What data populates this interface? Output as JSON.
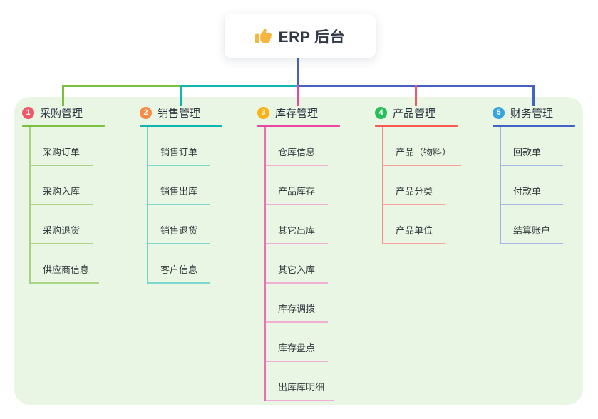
{
  "root": {
    "title": "ERP 后台",
    "icon": "thumbs-up-icon",
    "icon_color": "#F5B63F"
  },
  "panel_bg": "#E9F6E3",
  "trunk_color": "#4A5FC5",
  "top_connector_segment_colors": [
    "#7CBE3F",
    "#10B6AB",
    "#4660C8"
  ],
  "branches": [
    {
      "number": "1",
      "label": "采购管理",
      "badge_color": "#F25767",
      "line_color": "#7CBE3F",
      "drop_color": "#7CBE3F",
      "child_line_color": "#A6D381",
      "child_underline_color": "#ABD689",
      "children": [
        "采购订单",
        "采购入库",
        "采购退货",
        "供应商信息"
      ]
    },
    {
      "number": "2",
      "label": "销售管理",
      "badge_color": "#FB8B46",
      "line_color": "#10B6AB",
      "drop_color": "#10B6AB",
      "child_line_color": "#6FD3C8",
      "child_underline_color": "#7ED8CE",
      "children": [
        "销售订单",
        "销售出库",
        "销售退货",
        "客户信息"
      ]
    },
    {
      "number": "3",
      "label": "库存管理",
      "badge_color": "#FBB117",
      "line_color": "#E8499E",
      "drop_color": "#E8499E",
      "child_line_color": "#ED6FB1",
      "child_underline_color": "#F0AED2",
      "children": [
        "仓库信息",
        "产品库存",
        "其它出库",
        "其它入库",
        "库存调拨",
        "库存盘点",
        "出库库明细"
      ]
    },
    {
      "number": "4",
      "label": "产品管理",
      "badge_color": "#27BF5A",
      "line_color": "#FA5A52",
      "drop_color": "#F2566D",
      "child_line_color": "#F98F88",
      "child_underline_color": "#F9A19A",
      "children": [
        "产品（物料）",
        "产品分类",
        "产品单位"
      ]
    },
    {
      "number": "5",
      "label": "财务管理",
      "badge_color": "#35A4DF",
      "line_color": "#4063C8",
      "drop_color": "#4063C8",
      "child_line_color": "#9FB4E6",
      "child_underline_color": "#A6BAE8",
      "children": [
        "回款单",
        "付款单",
        "结算账户"
      ]
    }
  ]
}
